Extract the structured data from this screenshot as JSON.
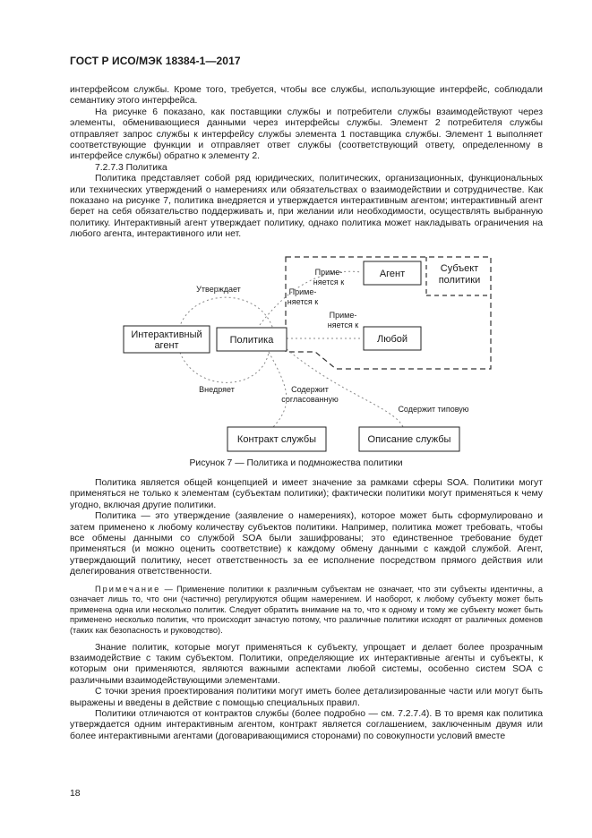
{
  "header": "ГОСТ Р ИСО/МЭК 18384-1—2017",
  "paragraphs_top": [
    "интерфейсом службы. Кроме того, требуется, чтобы все службы, использующие интерфейс, соблюдали семантику этого интерфейса.",
    "На рисунке 6 показано, как поставщики службы и потребители службы взаимодействуют через элементы, обменивающиеся данными через интерфейсы службы. Элемент 2 потребителя службы отправляет запрос службы к интерфейсу службы элемента 1 поставщика службы. Элемент 1 выполняет соответствующие функции и отправляет ответ службы (соответствующий ответу, определенному в интерфейсе службы) обратно к элементу 2.",
    "7.2.7.3 Политика",
    "Политика представляет собой ряд юридических, политических, организационных, функциональных или технических утверждений о намерениях или обязательствах о взаимодействии и сотрудничестве. Как показано на рисунке 7, политика внедряется и утверждается интерактивным агентом; интерактивный агент берет на себя обязательство поддерживать и, при желании или необходимости, осуществлять выбранную политику. Интерактивный агент утверждает политику, однако политика может накладывать ограничения на любого агента, интерактивного или нет."
  ],
  "figure": {
    "boxes": {
      "agent": "Агент",
      "subject_line1": "Субъект",
      "subject_line2": "политики",
      "interactive_line1": "Интерактивный",
      "interactive_line2": "агент",
      "policy": "Политика",
      "any": "Любой",
      "contract": "Контракт службы",
      "description": "Описание службы"
    },
    "labels": {
      "asserts": "Утверждает",
      "implements": "Внедряет",
      "applies1_line1": "Приме-",
      "applies1_line2": "няется к",
      "applies2_line1": "Приме-",
      "applies2_line2": "няется к",
      "applies3_line1": "Приме-",
      "applies3_line2": "няется к",
      "contains_line1": "Содержит",
      "contains_line2": "согласованную",
      "contains_typical": "Содержит типовую"
    },
    "caption": "Рисунок 7 — Политика и подмножества политики"
  },
  "paragraphs_mid": [
    "Политика является общей концепцией и имеет значение за рамками сферы SOA. Политики могут применяться не только к элементам (субъектам политики); фактически политики могут применяться к чему угодно, включая другие политики.",
    "Политика — это утверждение (заявление о намерениях), которое может быть сформулировано и затем применено к любому количеству субъектов политики. Например, политика может требовать, чтобы все обмены данными со службой SOA были зашифрованы; это единственное требование будет применяться (и можно оценить соответствие) к каждому обмену данными с каждой службой. Агент, утверждающий политику, несет ответственность за ее исполнение посредством прямого действия или делегирования ответственности."
  ],
  "note": {
    "label": "Примечание",
    "text": " — Применение политики к различным субъектам не означает, что эти субъекты идентичны, а означает лишь то, что они (частично) регулируются общим намерением. И наоборот, к любому субъекту может быть применена одна или несколько политик. Следует обратить внимание на то, что к одному и тому же субъекту может быть применено несколько политик, что происходит зачастую потому, что различные политики исходят от различных доменов (таких как безопасность и руководство)."
  },
  "paragraphs_bottom": [
    "Знание политик, которые могут применяться к субъекту, упрощает и делает более прозрачным взаимодействие с таким субъектом. Политики, определяющие их интерактивные агенты и субъекты, к которым они применяются, являются важными аспектами любой системы, особенно систем SOA с различными взаимодействующими элементами.",
    "С точки зрения проектирования политики могут иметь более детализированные части или могут быть выражены и введены в действие с помощью специальных правил.",
    "Политики отличаются от контрактов службы (более подробно — см. 7.2.7.4). В то время как политика утверждается одним интерактивным агентом, контракт является соглашением, заключенным двумя или более интерактивными агентами (договаривающимися сторонами) по совокупности условий вместе"
  ],
  "page_number": "18"
}
